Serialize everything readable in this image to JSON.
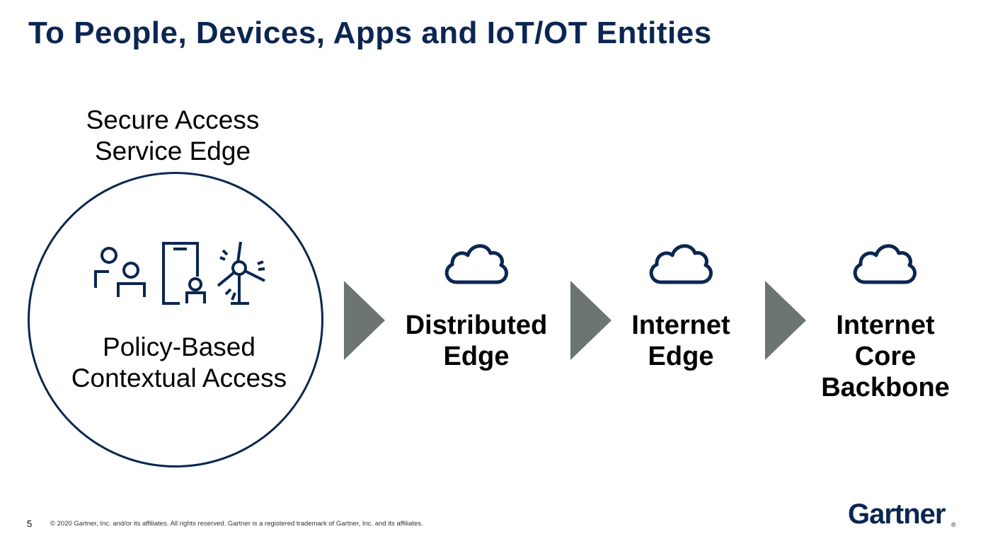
{
  "title": "To People, Devices, Apps and IoT/OT Entities",
  "sase": {
    "label_line1": "Secure Access",
    "label_line2": "Service Edge",
    "inner_line1": "Policy-Based",
    "inner_line2": "Contextual Access",
    "icons": [
      "people-icon",
      "device-user-icon",
      "wind-turbine-icon"
    ]
  },
  "stages": [
    {
      "line1": "Distributed",
      "line2": "Edge",
      "line3": ""
    },
    {
      "line1": "Internet",
      "line2": "Edge",
      "line3": ""
    },
    {
      "line1": "Internet",
      "line2": "Core",
      "line3": "Backbone"
    }
  ],
  "footer": {
    "page_number": "5",
    "copyright": "© 2020 Gartner, Inc. and/or its affiliates. All rights reserved. Gartner is a registered trademark of Gartner, Inc. and its affiliates.",
    "logo": "Gartner",
    "logo_mark": "®"
  },
  "colors": {
    "navy": "#0b2651",
    "arrow_gray": "#6d7474"
  }
}
